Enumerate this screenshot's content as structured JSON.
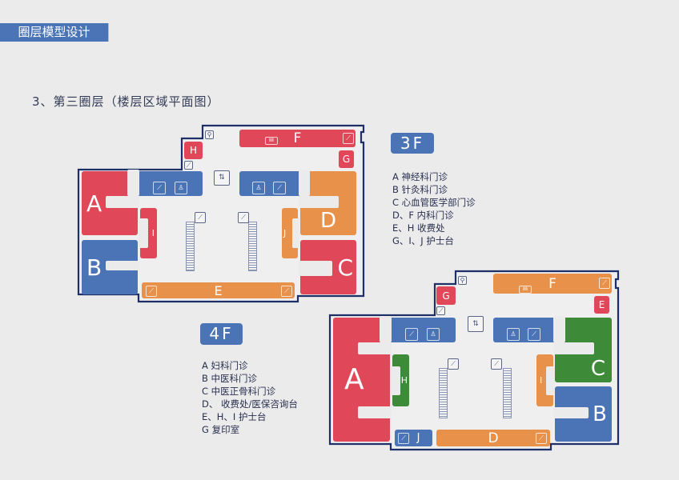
{
  "header": {
    "title": "圈层模型设计",
    "subtitle": "3、第三圈层（楼层区域平面图）"
  },
  "colors": {
    "red": "#e0485a",
    "blue": "#4a74b5",
    "orange": "#e8914a",
    "green": "#3d8a38",
    "outline": "#1e2e66"
  },
  "floor3": {
    "badge": "3F",
    "rooms": {
      "A": "A",
      "B": "B",
      "C": "C",
      "D": "D",
      "E": "E",
      "F": "F",
      "G": "G",
      "H": "H",
      "I": "I",
      "J": "J"
    },
    "legend": [
      "A  神经科门诊",
      "B  针灸科门诊",
      "C  心血管医学部门诊",
      "D、F  内科门诊",
      "E、H  收费处",
      "G、I、J  护士台"
    ]
  },
  "floor4": {
    "badge": "4F",
    "rooms": {
      "A": "A",
      "B": "B",
      "C": "C",
      "D": "D",
      "E": "E",
      "F": "F",
      "G": "G",
      "H": "H",
      "I": "I",
      "J": "J"
    },
    "legend": [
      "A  妇科门诊",
      "B  中医科门诊",
      "C  中医正骨科门诊",
      "D、  收费处/医保咨询台",
      "E、H、I  护士台",
      "G  复印室"
    ]
  },
  "icons": {
    "stairs": "stairs-icon",
    "toilet": "toilet-icon",
    "elevator": "elevator-icon",
    "escalator": "escalator-icon",
    "restroom": "restroom-icon"
  }
}
